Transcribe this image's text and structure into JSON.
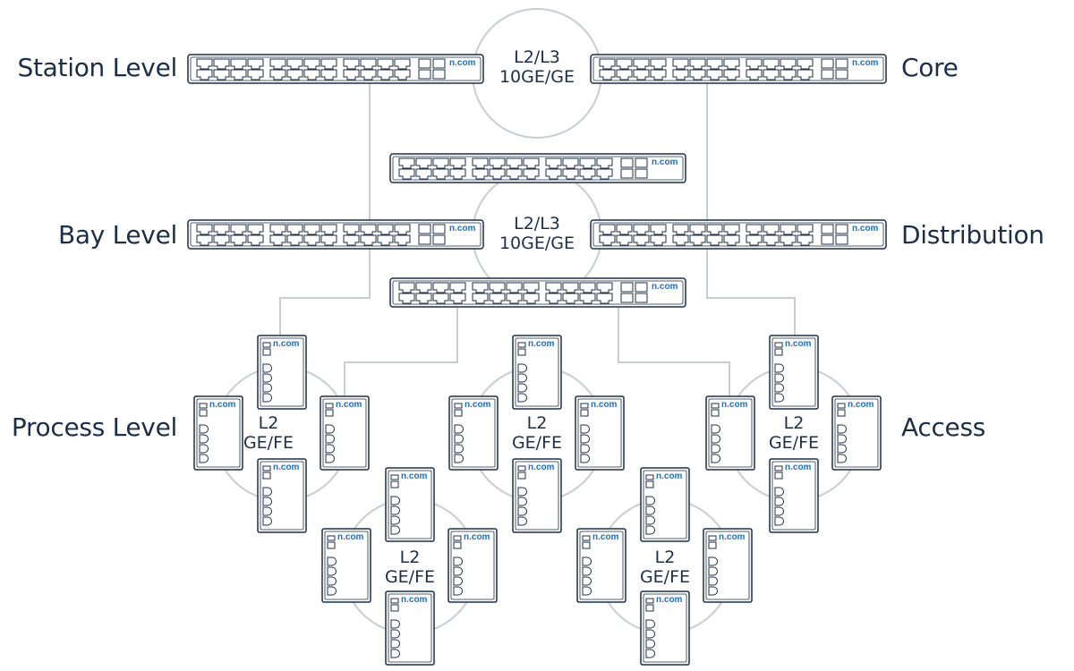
{
  "levels": {
    "station": "Station Level",
    "core": "Core",
    "bay": "Bay Level",
    "distribution": "Distribution",
    "process": "Process Level",
    "access": "Access"
  },
  "hubs": {
    "top": {
      "line1": "L2/L3",
      "line2": "10GE/GE"
    },
    "middle": {
      "line1": "L2/L3",
      "line2": "10GE/GE"
    },
    "ring": {
      "line1": "L2",
      "line2": "GE/FE"
    }
  },
  "device_brand": {
    "n": "n",
    "dot": ".",
    "com": "com"
  },
  "colors": {
    "outline": "#1c2f46",
    "link": "#c8cdd3",
    "brand": "#1f6fb4",
    "brand_dot": "#e03a3a"
  }
}
